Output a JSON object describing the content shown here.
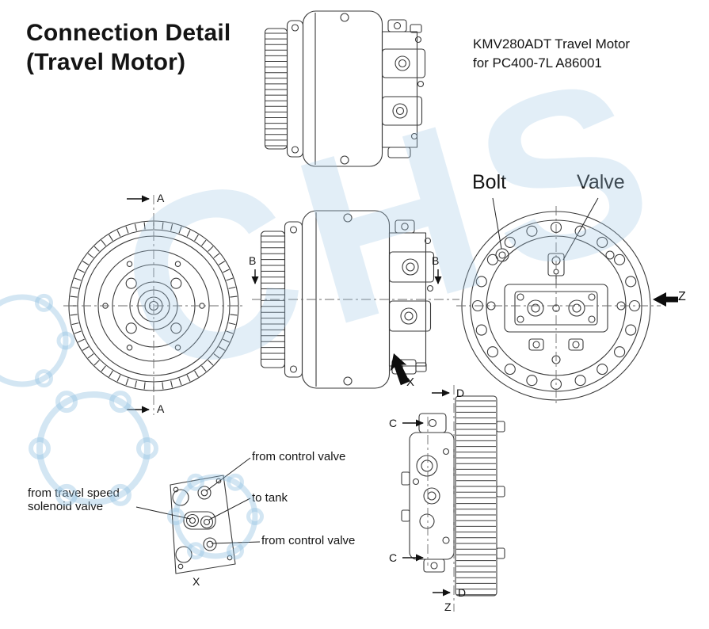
{
  "header": {
    "title_line1": "Connection Detail",
    "title_line2": "(Travel Motor)",
    "model_line1": "KMV280ADT Travel Motor",
    "model_line2": "for PC400-7L A86001"
  },
  "callouts": {
    "bolt": "Bolt",
    "valve": "Valve"
  },
  "port_labels": {
    "from_control_valve_top": "from control valve",
    "to_tank": "to tank",
    "from_travel_speed_line1": "from travel speed",
    "from_travel_speed_line2": "solenoid valve",
    "from_control_valve_bottom": "from control valve"
  },
  "section_markers": {
    "a": "A",
    "b": "B",
    "c": "C",
    "d": "D"
  },
  "view_markers": {
    "x": "X",
    "z": "Z"
  },
  "watermark": {
    "text": "CHS"
  },
  "colors": {
    "watermark_blue": "#9ec5e2",
    "line": "#3a3a3a"
  }
}
